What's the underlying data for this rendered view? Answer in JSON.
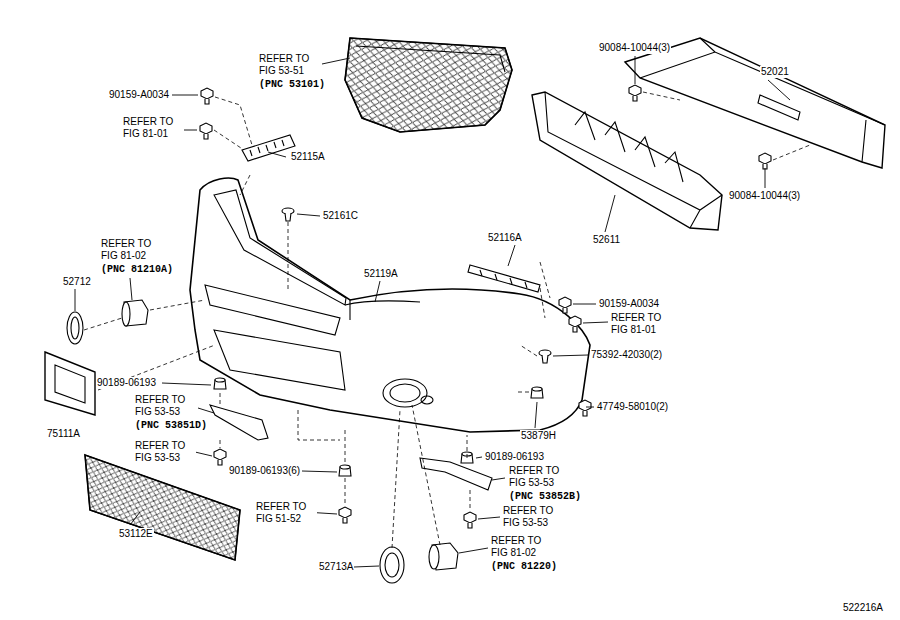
{
  "diagram": {
    "labels": [
      "REFER TO FIG 53-51",
      "(PNC 53101)",
      "90159-A0034",
      "REFER TO FIG 81-01",
      "52115A",
      "90084-10044(3)",
      "52021",
      "52611",
      "90084-10044(3)",
      "52161C",
      "REFER TO FIG 81-02",
      "(PNC 81210A)",
      "52712",
      "52116A",
      "52119A",
      "90159-A0034",
      "REFER TO FIG 81-01",
      "75392-42030(2)",
      "90189-06193",
      "REFER TO FIG 53-53",
      "(PNC 53851D)",
      "75111A",
      "REFER TO FIG 53-53",
      "47749-58010(2)",
      "53879H",
      "90189-06193(6)",
      "90189-06193",
      "REFER TO FIG 53-53",
      "(PNC 53852B)",
      "REFER TO FIG 53-53",
      "53112E",
      "REFER TO FIG 51-52",
      "52713A",
      "REFER TO FIG 81-02",
      "(PNC 81220)",
      "522216A"
    ]
  }
}
